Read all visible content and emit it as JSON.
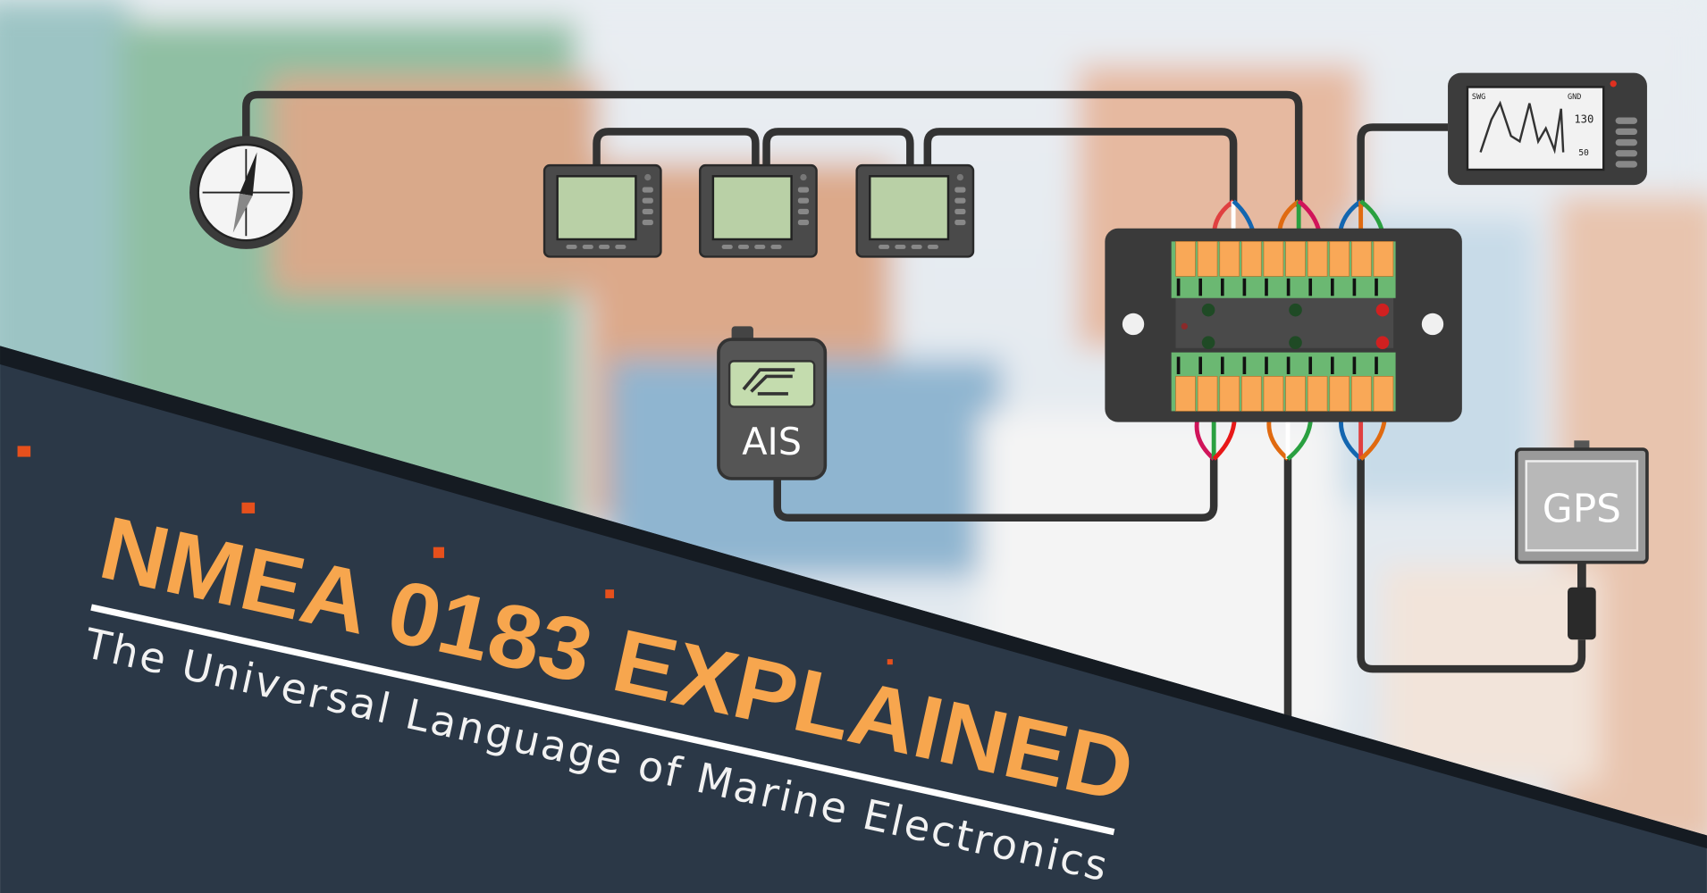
{
  "banner": {
    "title": "NMEA 0183 EXPLAINED",
    "subtitle": "The Universal Language of Marine Electronics"
  },
  "devices": {
    "ais_label": "AIS",
    "gps_label": "GPS",
    "chart_display": {
      "screen_top_left": "SWG",
      "screen_top_right": "GND",
      "screen_value": "130",
      "screen_bottom_right": "50"
    }
  },
  "colors": {
    "title": "#f7a64e",
    "band": "#2b3847",
    "wire": "#333333",
    "terminal_orange": "#f9a857",
    "terminal_green": "#6bb872"
  }
}
